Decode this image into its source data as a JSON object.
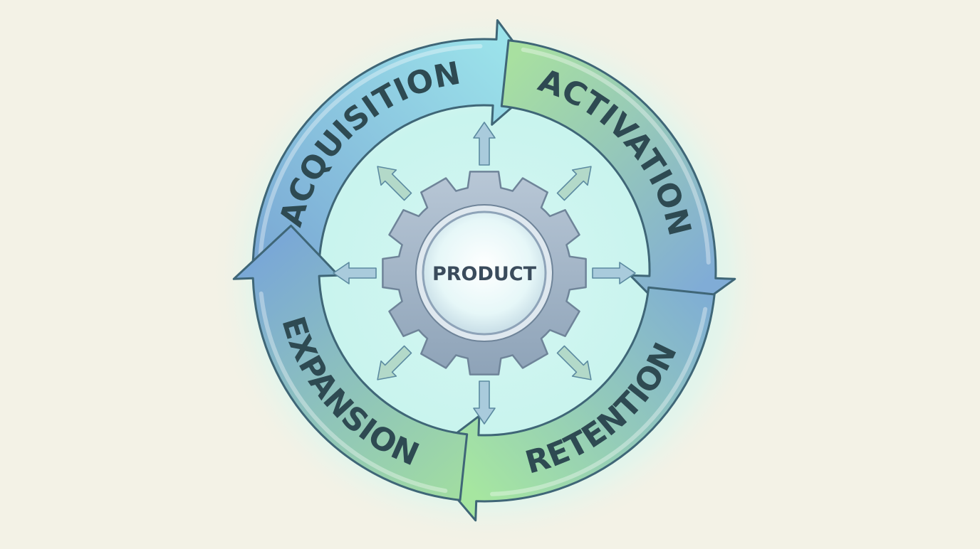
{
  "diagram": {
    "center": {
      "label": "PRODUCT",
      "icon": "gear-icon"
    },
    "stages": [
      {
        "key": "acquisition",
        "label": "ACQUISITION",
        "color_start": "#7aa8d4",
        "color_end": "#9be2ea"
      },
      {
        "key": "activation",
        "label": "ACTIVATION",
        "color_start": "#a8e0a0",
        "color_end": "#80acd6"
      },
      {
        "key": "retention",
        "label": "RETENTION",
        "color_start": "#7eacd6",
        "color_end": "#a6e6a0"
      },
      {
        "key": "expansion",
        "label": "EXPANSION",
        "color_start": "#a2dea0",
        "color_end": "#7aa8d6"
      }
    ],
    "colors": {
      "background": "#f3f2e6",
      "glow": "#c4f4ef",
      "outline": "#3f6677",
      "text": "#2e4a52",
      "gear": "#9fb2c5"
    }
  }
}
